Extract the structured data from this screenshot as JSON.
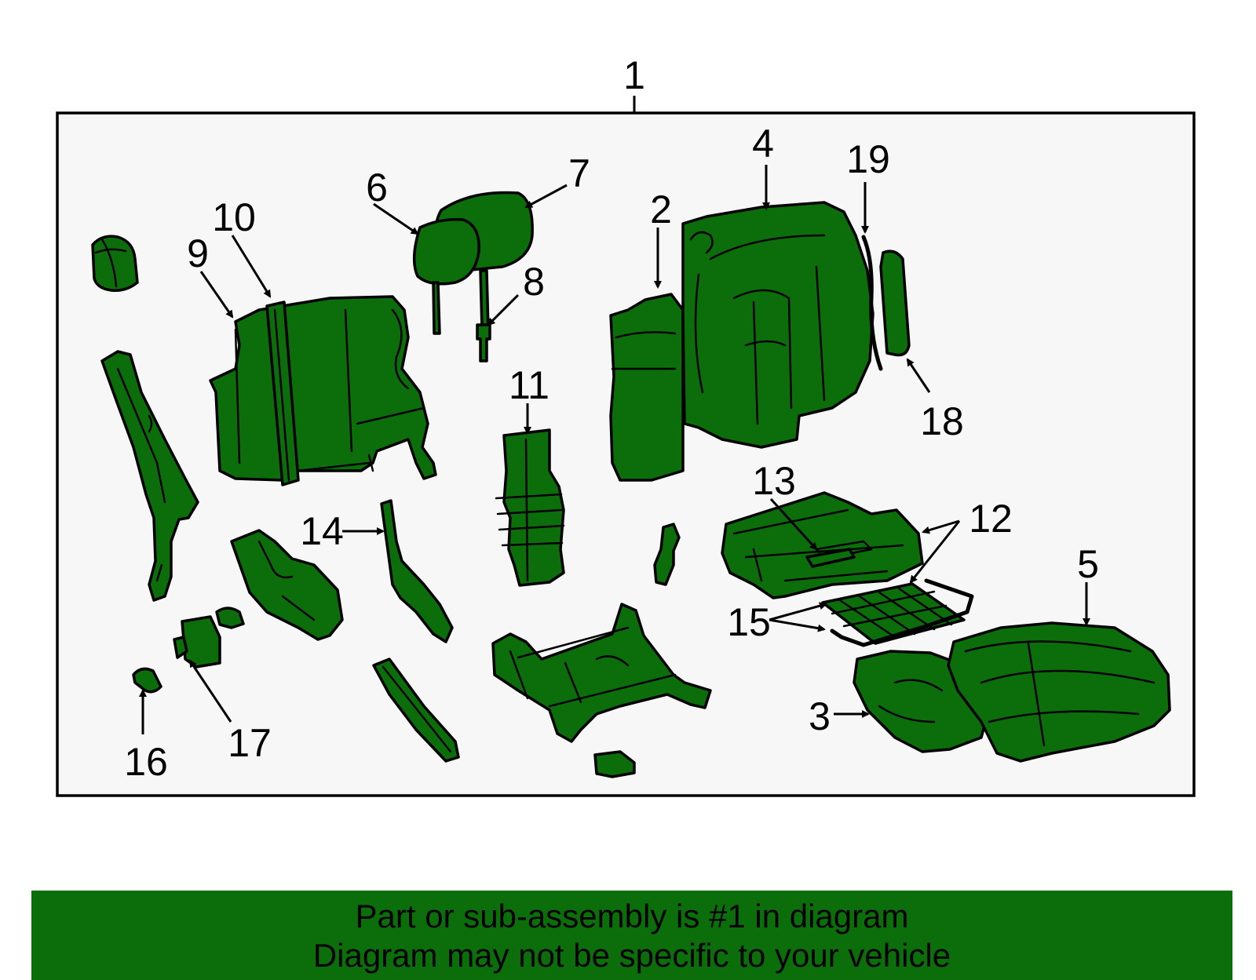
{
  "callouts": {
    "c1": "1",
    "c2": "2",
    "c3": "3",
    "c4": "4",
    "c5": "5",
    "c6": "6",
    "c7": "7",
    "c8": "8",
    "c9": "9",
    "c10": "10",
    "c11": "11",
    "c12": "12",
    "c13": "13",
    "c14": "14",
    "c15": "15",
    "c16": "16",
    "c17": "17",
    "c18": "18",
    "c19": "19"
  },
  "footer": {
    "line1": "Part or sub-assembly is #1 in diagram",
    "line2": "Diagram may not be specific to your vehicle"
  },
  "colors": {
    "part_fill": "#0b6e0b",
    "frame_fill": "#f7f7f7",
    "banner": "#0b6e0b"
  }
}
